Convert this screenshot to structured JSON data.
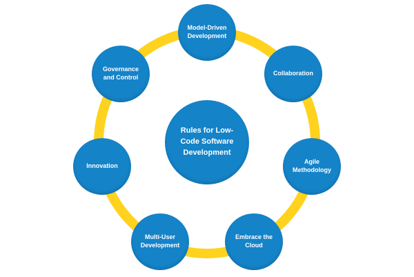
{
  "diagram": {
    "title": "Rules for Low-Code Software Development",
    "center": {
      "label": "Rules for Low-\nCode Software\nDevelopment"
    },
    "nodes": [
      {
        "id": "model-driven-development",
        "label": "Model-Driven\nDevelopment",
        "position": "top"
      },
      {
        "id": "collaboration",
        "label": "Collaboration",
        "position": "upper-right"
      },
      {
        "id": "agile-methodology",
        "label": "Agile\nMethodology",
        "position": "right"
      },
      {
        "id": "embrace-the-cloud",
        "label": "Embrace the\nCloud",
        "position": "lower-right"
      },
      {
        "id": "multi-user-development",
        "label": "Multi-User\nDevelopment",
        "position": "lower-left"
      },
      {
        "id": "innovation",
        "label": "Innovation",
        "position": "left"
      },
      {
        "id": "governance-and-control",
        "label": "Governance\nand Control",
        "position": "upper-left"
      }
    ]
  },
  "colors": {
    "node_fill": "#1583C8",
    "ring": "#FFD21E",
    "label_text": "#FFFFFF",
    "background": "#FFFFFF"
  }
}
